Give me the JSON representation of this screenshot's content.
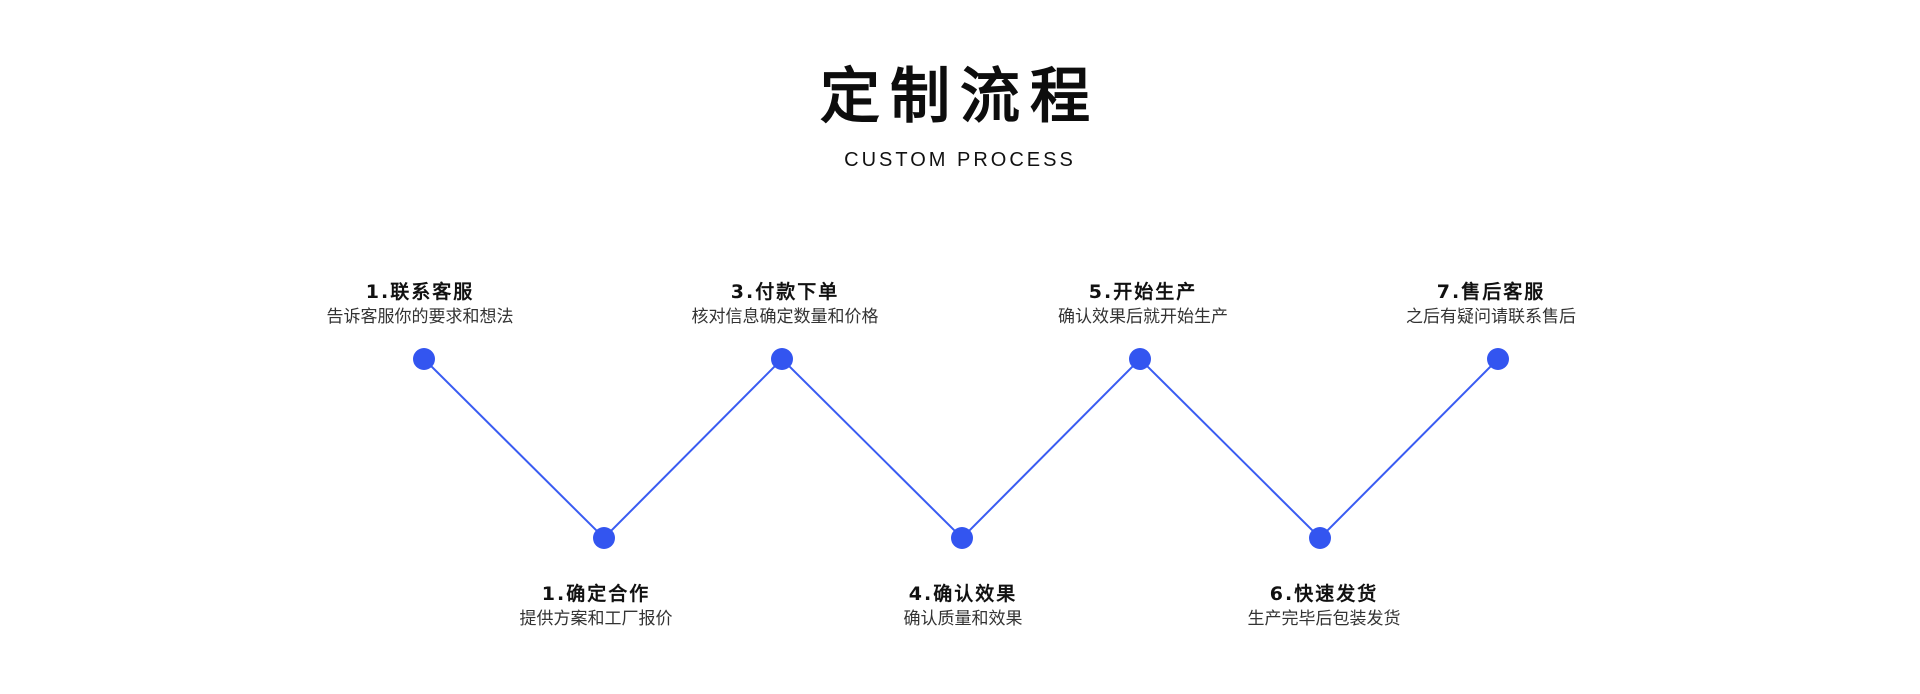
{
  "header": {
    "title": "定制流程",
    "subtitle": "CUSTOM PROCESS"
  },
  "colors": {
    "accent": "#3355f0",
    "line": "#3a5cf2"
  },
  "steps": [
    {
      "title": "1.联系客服",
      "desc": "告诉客服你的要求和想法",
      "position": "top"
    },
    {
      "title": "1.确定合作",
      "desc": "提供方案和工厂报价",
      "position": "bottom"
    },
    {
      "title": "3.付款下单",
      "desc": "核对信息确定数量和价格",
      "position": "top"
    },
    {
      "title": "4.确认效果",
      "desc": "确认质量和效果",
      "position": "bottom"
    },
    {
      "title": "5.开始生产",
      "desc": "确认效果后就开始生产",
      "position": "top"
    },
    {
      "title": "6.快速发货",
      "desc": "生产完毕后包装发货",
      "position": "bottom"
    },
    {
      "title": "7.售后客服",
      "desc": "之后有疑问请联系售后",
      "position": "top"
    }
  ]
}
